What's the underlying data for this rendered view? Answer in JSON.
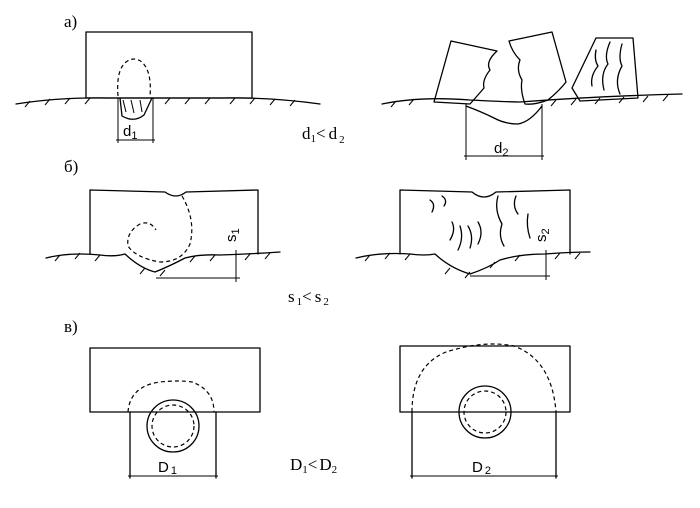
{
  "panels": {
    "a": {
      "label": "а)",
      "relation": {
        "l": "d",
        "ls": "1",
        "op": "<",
        "r": "d",
        "rs": "2"
      },
      "dim_left": {
        "b": "d",
        "s": "1"
      },
      "dim_right": {
        "b": "d",
        "s": "2"
      }
    },
    "b": {
      "label": "б)",
      "relation": {
        "l": "s",
        "ls": "1",
        "op": "<",
        "r": "s",
        "rs": "2"
      },
      "dim_left": {
        "b": "s",
        "s": "1"
      },
      "dim_right": {
        "b": "s",
        "s": "2"
      }
    },
    "v": {
      "label": "в)",
      "relation": {
        "l": "D",
        "ls": "1",
        "op": "<",
        "r": "D",
        "rs": "2"
      },
      "dim_left": {
        "b": "D",
        "s": "1"
      },
      "dim_right": {
        "b": "D",
        "s": "2"
      }
    }
  }
}
